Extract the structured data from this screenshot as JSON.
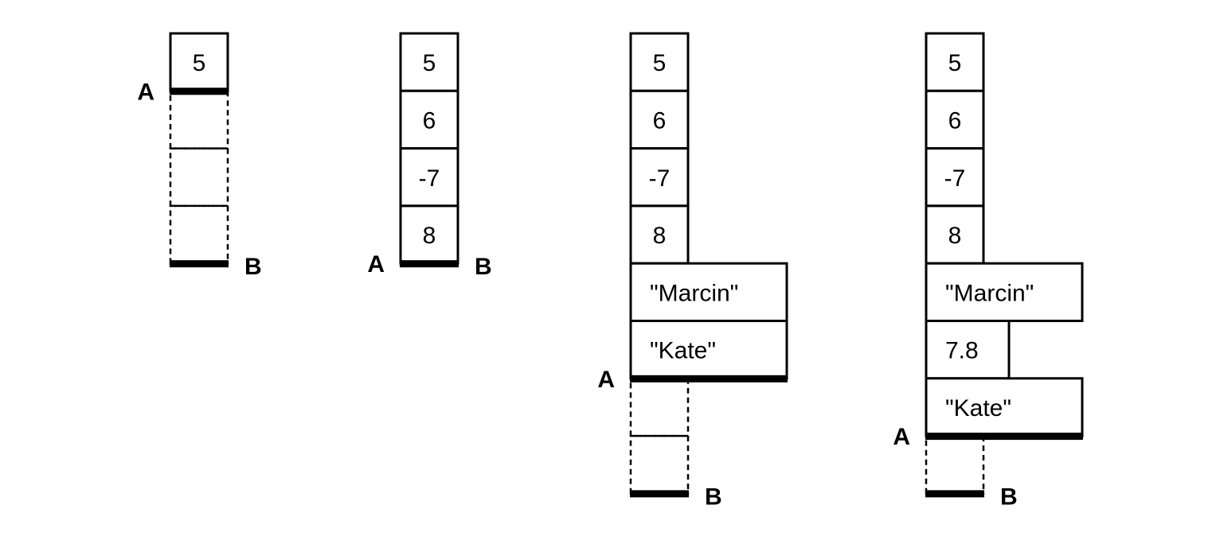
{
  "markers": {
    "a": "A",
    "b": "B"
  },
  "states": [
    {
      "filled": [
        {
          "text": "5",
          "wide": false
        }
      ],
      "empty_slots": 3
    },
    {
      "filled": [
        {
          "text": "5",
          "wide": false
        },
        {
          "text": "6",
          "wide": false
        },
        {
          "text": "-7",
          "wide": false
        },
        {
          "text": "8",
          "wide": false
        }
      ],
      "empty_slots": 0
    },
    {
      "filled": [
        {
          "text": "5",
          "wide": false
        },
        {
          "text": "6",
          "wide": false
        },
        {
          "text": "-7",
          "wide": false
        },
        {
          "text": "8",
          "wide": false
        },
        {
          "text": "\"Marcin\"",
          "wide": true
        },
        {
          "text": "\"Kate\"",
          "wide": true
        }
      ],
      "empty_slots": 2
    },
    {
      "filled": [
        {
          "text": "5",
          "wide": false
        },
        {
          "text": "6",
          "wide": false
        },
        {
          "text": "-7",
          "wide": false
        },
        {
          "text": "8",
          "wide": false
        },
        {
          "text": "\"Marcin\"",
          "wide": true
        },
        {
          "text": "7.8",
          "wide": "medium"
        },
        {
          "text": "\"Kate\"",
          "wide": true
        }
      ],
      "empty_slots": 1
    }
  ]
}
